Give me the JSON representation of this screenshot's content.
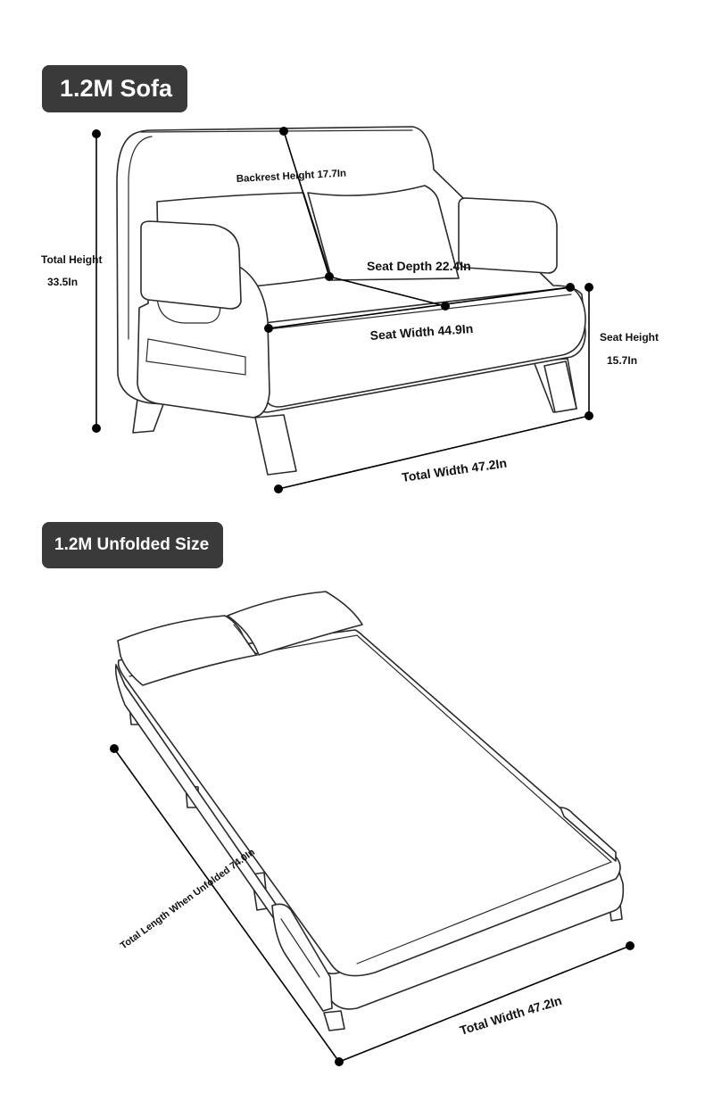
{
  "sections": {
    "sofa_title": "1.2M Sofa",
    "unfolded_title": "1.2M Unfolded Size"
  },
  "dimensions": {
    "backrest_height": "Backrest Height 17.7In",
    "total_height_label": "Total Height",
    "total_height_value": "33.5In",
    "seat_depth": "Seat Depth 22.4In",
    "seat_width": "Seat Width 44.9In",
    "seat_height_label": "Seat Height",
    "seat_height_value": "15.7In",
    "total_width": "Total Width 47.2In",
    "unfolded_length": "Total Length When Unfolded 74.0In",
    "unfolded_width": "Total Width 47.2In"
  },
  "colors": {
    "label_background": "#3a3a3a",
    "label_text": "#ffffff",
    "line": "#2b2b2b",
    "dimension": "#000000"
  }
}
